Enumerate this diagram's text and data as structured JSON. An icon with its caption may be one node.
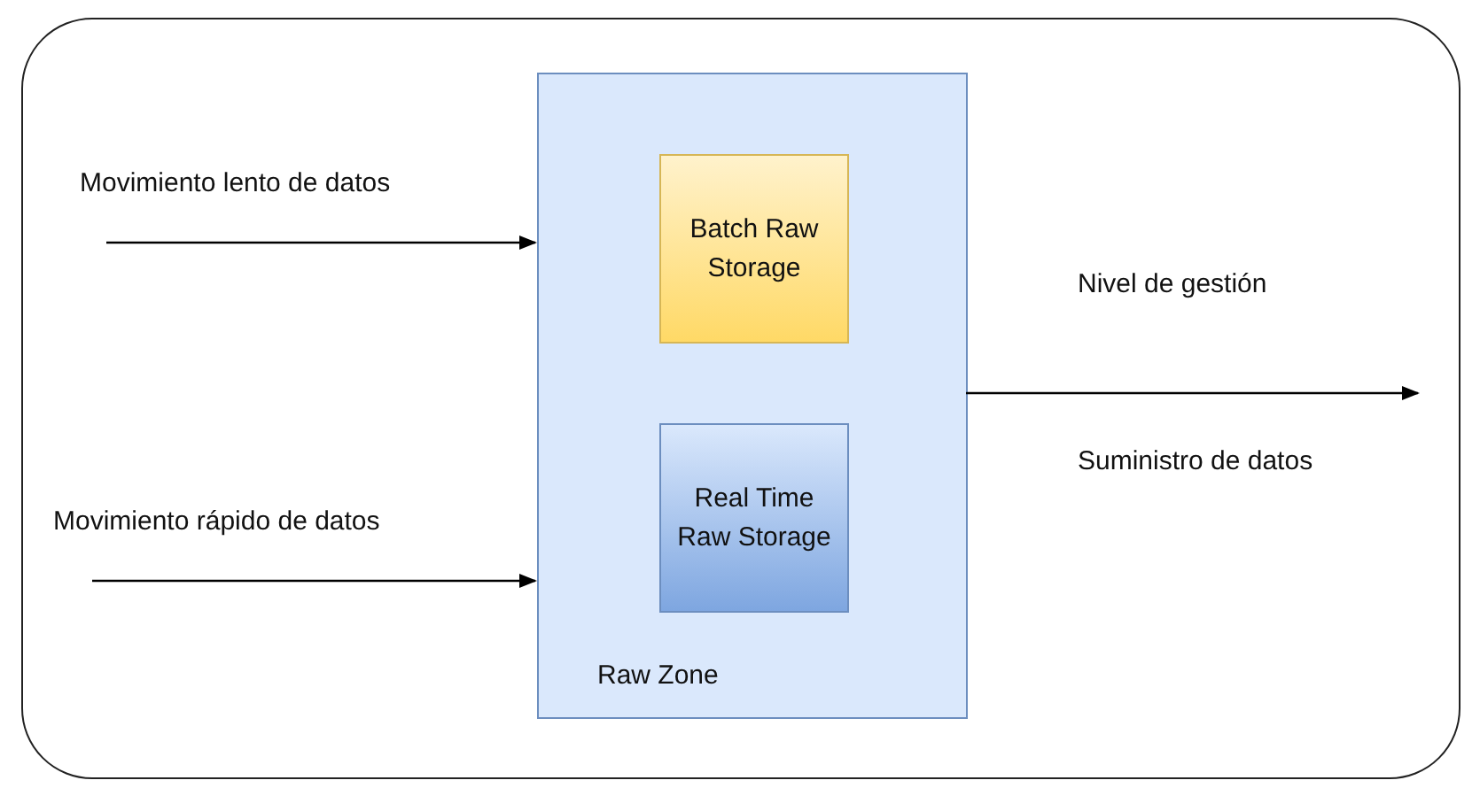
{
  "diagram": {
    "nodes": [
      {
        "text": [],
        "shape": "box"
      },
      {
        "text": [
          "Raw Zone"
        ],
        "in": 0
      },
      {
        "text": [
          "Batch Raw Storage"
        ],
        "in": 1
      },
      {
        "text": [
          "Real Time Raw Storage"
        ],
        "in": 1
      }
    ],
    "edges": [
      {
        "from": null,
        "to": 1,
        "arrow": "to",
        "label": "Movimiento lento de datos"
      },
      {
        "from": null,
        "to": 1,
        "arrow": "to",
        "label": "Movimiento rápido de datos"
      },
      {
        "from": 1,
        "to": null,
        "arrow": "to",
        "label": "Nivel de gestión"
      }
    ],
    "labels": [
      "Suministro de datos"
    ]
  }
}
